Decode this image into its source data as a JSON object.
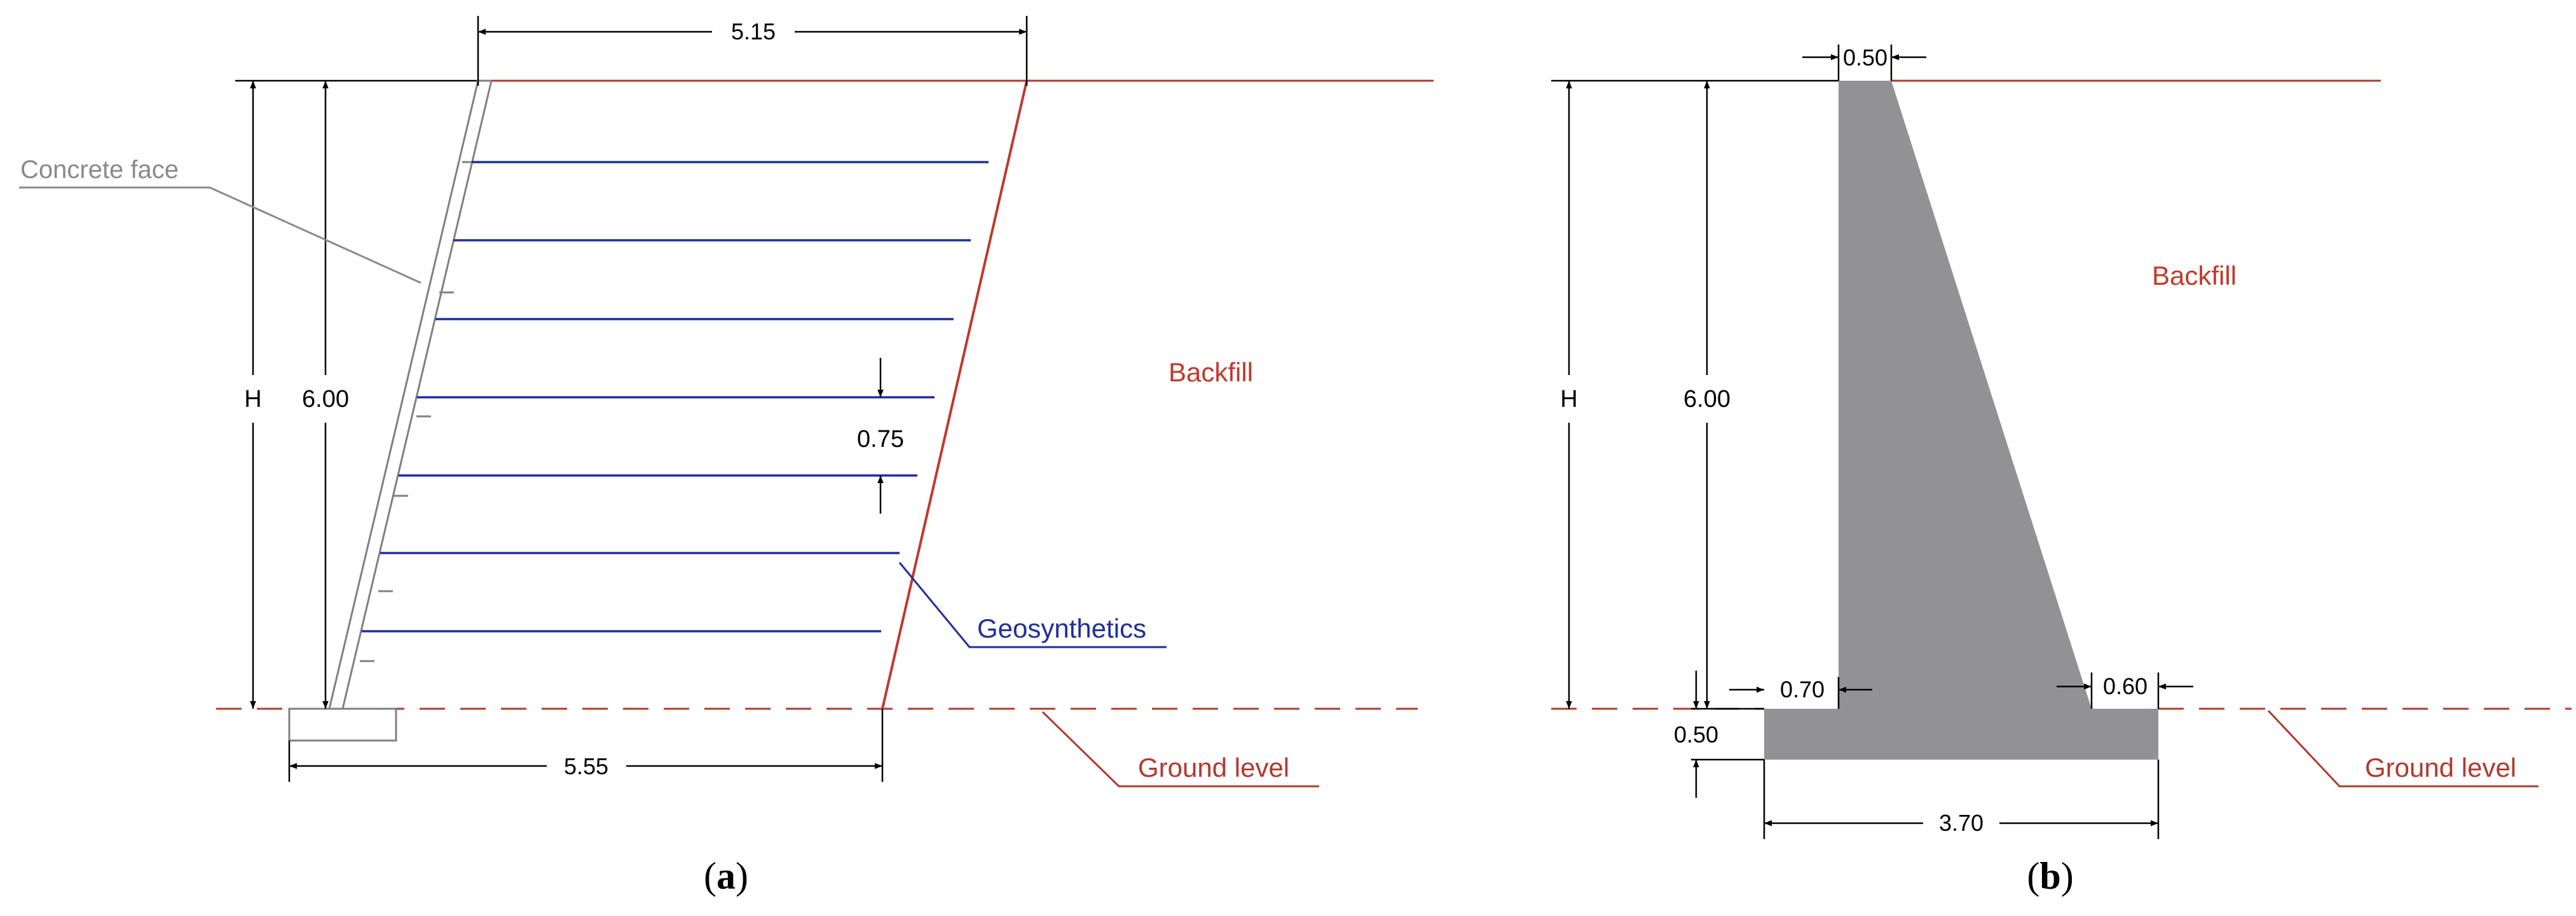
{
  "colors": {
    "dimension": "#000000",
    "backfill_line": "#c0392b",
    "geosynthetic": "#1f2f9c",
    "facing": "#808080",
    "concrete_fill": "#929294",
    "ground_label": "#c0392b",
    "facing_label": "#8a8a8a"
  },
  "panel_a": {
    "caption_prefix": "(",
    "caption_letter": "a",
    "caption_suffix": ")",
    "label_concrete_face": "Concrete face",
    "label_backfill": "Backfill",
    "label_geosynthetics": "Geosynthetics",
    "label_ground": "Ground level",
    "dim_top_width": "5.15",
    "dim_bottom_width": "5.55",
    "dim_height_value": "6.00",
    "dim_height_symbol": "H",
    "dim_spacing": "0.75"
  },
  "panel_b": {
    "caption_prefix": "(",
    "caption_letter": "b",
    "caption_suffix": ")",
    "label_backfill": "Backfill",
    "label_ground": "Ground level",
    "dim_top_width": "0.50",
    "dim_height_value": "6.00",
    "dim_height_symbol": "H",
    "dim_toe": "0.70",
    "dim_heel": "0.60",
    "dim_base_thickness": "0.50",
    "dim_base_width": "3.70"
  }
}
